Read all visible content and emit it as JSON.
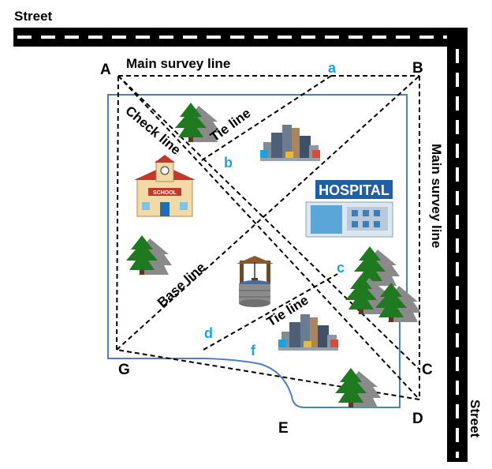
{
  "streets": {
    "top": "Street",
    "right": "Street"
  },
  "points": {
    "A": "A",
    "B": "B",
    "C": "C",
    "D": "D",
    "E": "E",
    "G": "G"
  },
  "stations": {
    "a": "a",
    "b": "b",
    "c": "c",
    "d": "d",
    "f": "f"
  },
  "lines": {
    "main_survey_top": "Main survey line",
    "main_survey_right": "Main survey line",
    "check_line": "Check line",
    "tie_line_upper": "Tie line",
    "tie_line_lower": "Tie line",
    "base_line": "Base line"
  },
  "buildings": {
    "school_sign": "SCHOOL",
    "hospital_sign": "HOSPITAL"
  },
  "colors": {
    "road": "#000000",
    "boundary": "#4f7fbf",
    "station_labels": "#1aa3dd",
    "hospital_sign": "#1f5fa8",
    "tree": "#1f6b1f",
    "tree_shadow": "#8a8a8a"
  },
  "icons": [
    "tree-icon",
    "school-icon",
    "hospital-icon",
    "city-buildings-icon",
    "well-icon"
  ]
}
